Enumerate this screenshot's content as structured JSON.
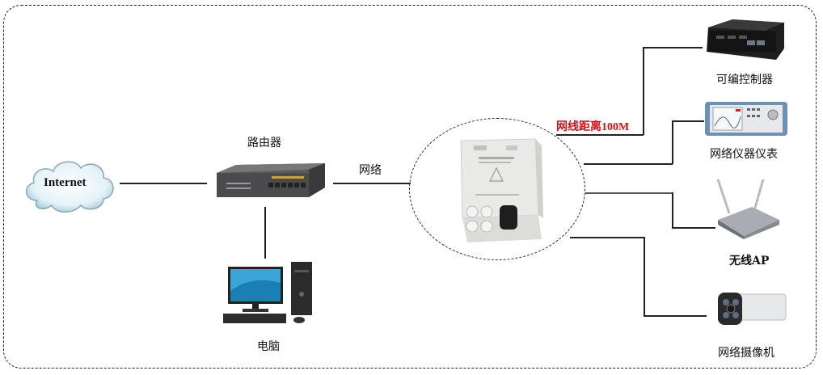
{
  "diagram": {
    "internet": {
      "label": "Internet",
      "icon": "cloud-icon"
    },
    "router": {
      "label": "路由器",
      "icon": "router-icon"
    },
    "link_label": "网络",
    "switch": {
      "icon": "industrial-switch-icon",
      "distance_label": "网线距离100M"
    },
    "pc": {
      "label": "电脑",
      "icon": "desktop-computer-icon"
    },
    "devices": [
      {
        "label": "可编控制器",
        "icon": "plc-controller-icon"
      },
      {
        "label": "网络仪器仪表",
        "icon": "network-instrument-icon"
      },
      {
        "label": "无线AP",
        "icon": "wireless-ap-icon"
      },
      {
        "label": "网络摄像机",
        "icon": "ip-camera-icon"
      }
    ],
    "colors": {
      "line": "#222222",
      "accent_red": "#d0101a",
      "cloud": "#c8e3ee"
    }
  }
}
